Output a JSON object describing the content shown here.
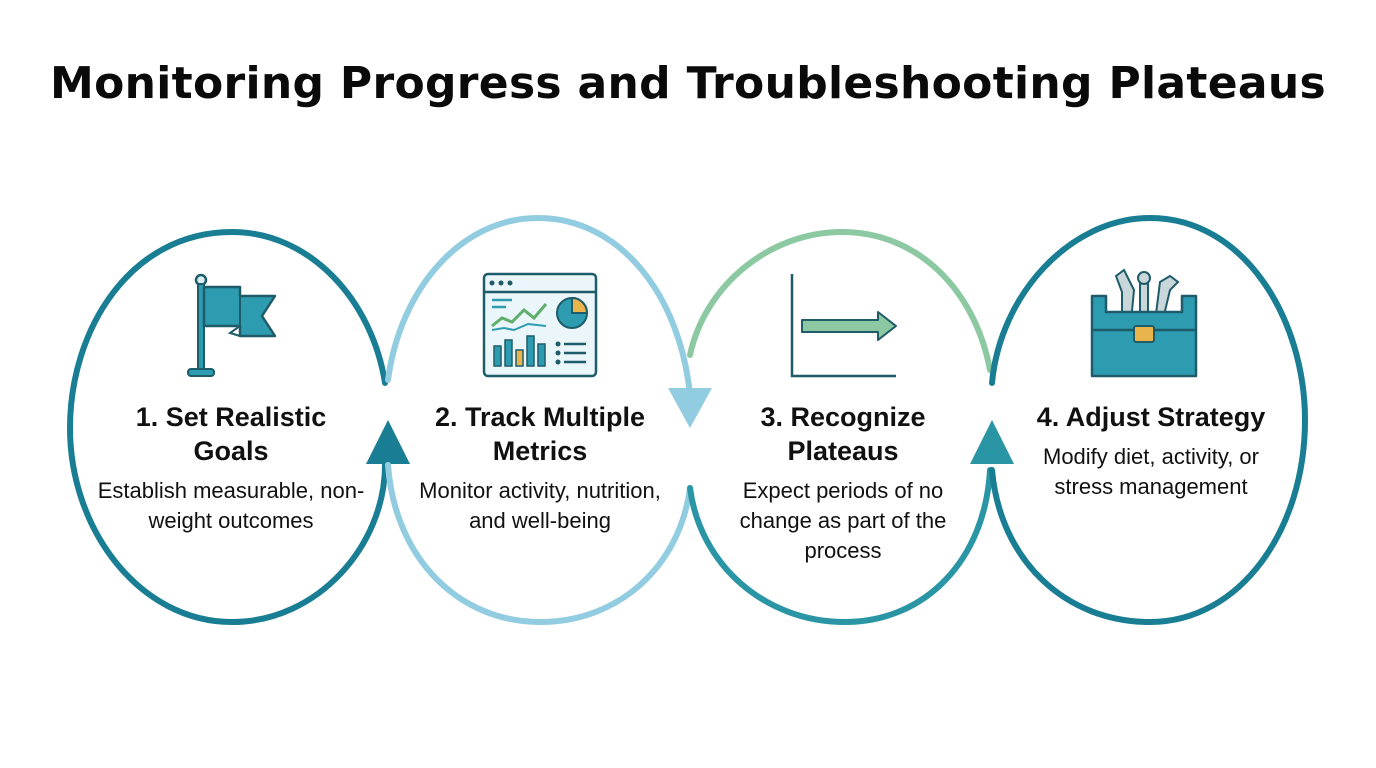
{
  "title": "Monitoring Progress and Troubleshooting Plateaus",
  "colors": {
    "teal_dark": "#197e94",
    "blue_light": "#92cce0",
    "green_light": "#8cc9a2",
    "teal_mid": "#2a95a5",
    "icon_dark": "#1f5c6a",
    "icon_fill": "#2d9bb0",
    "icon_bg": "#d8eef3"
  },
  "steps": [
    {
      "title": "1. Set Realistic Goals",
      "description": "Establish measurable, non-weight outcomes",
      "icon": "flag-icon"
    },
    {
      "title": "2. Track Multiple Metrics",
      "description": "Monitor activity, nutrition, and well-being",
      "icon": "dashboard-chart-icon"
    },
    {
      "title": "3. Recognize Plateaus",
      "description": "Expect periods of no change as part of the process",
      "icon": "plateau-graph-icon"
    },
    {
      "title": "4. Adjust Strategy",
      "description": "Modify diet, activity, or stress management",
      "icon": "toolbox-icon"
    }
  ]
}
